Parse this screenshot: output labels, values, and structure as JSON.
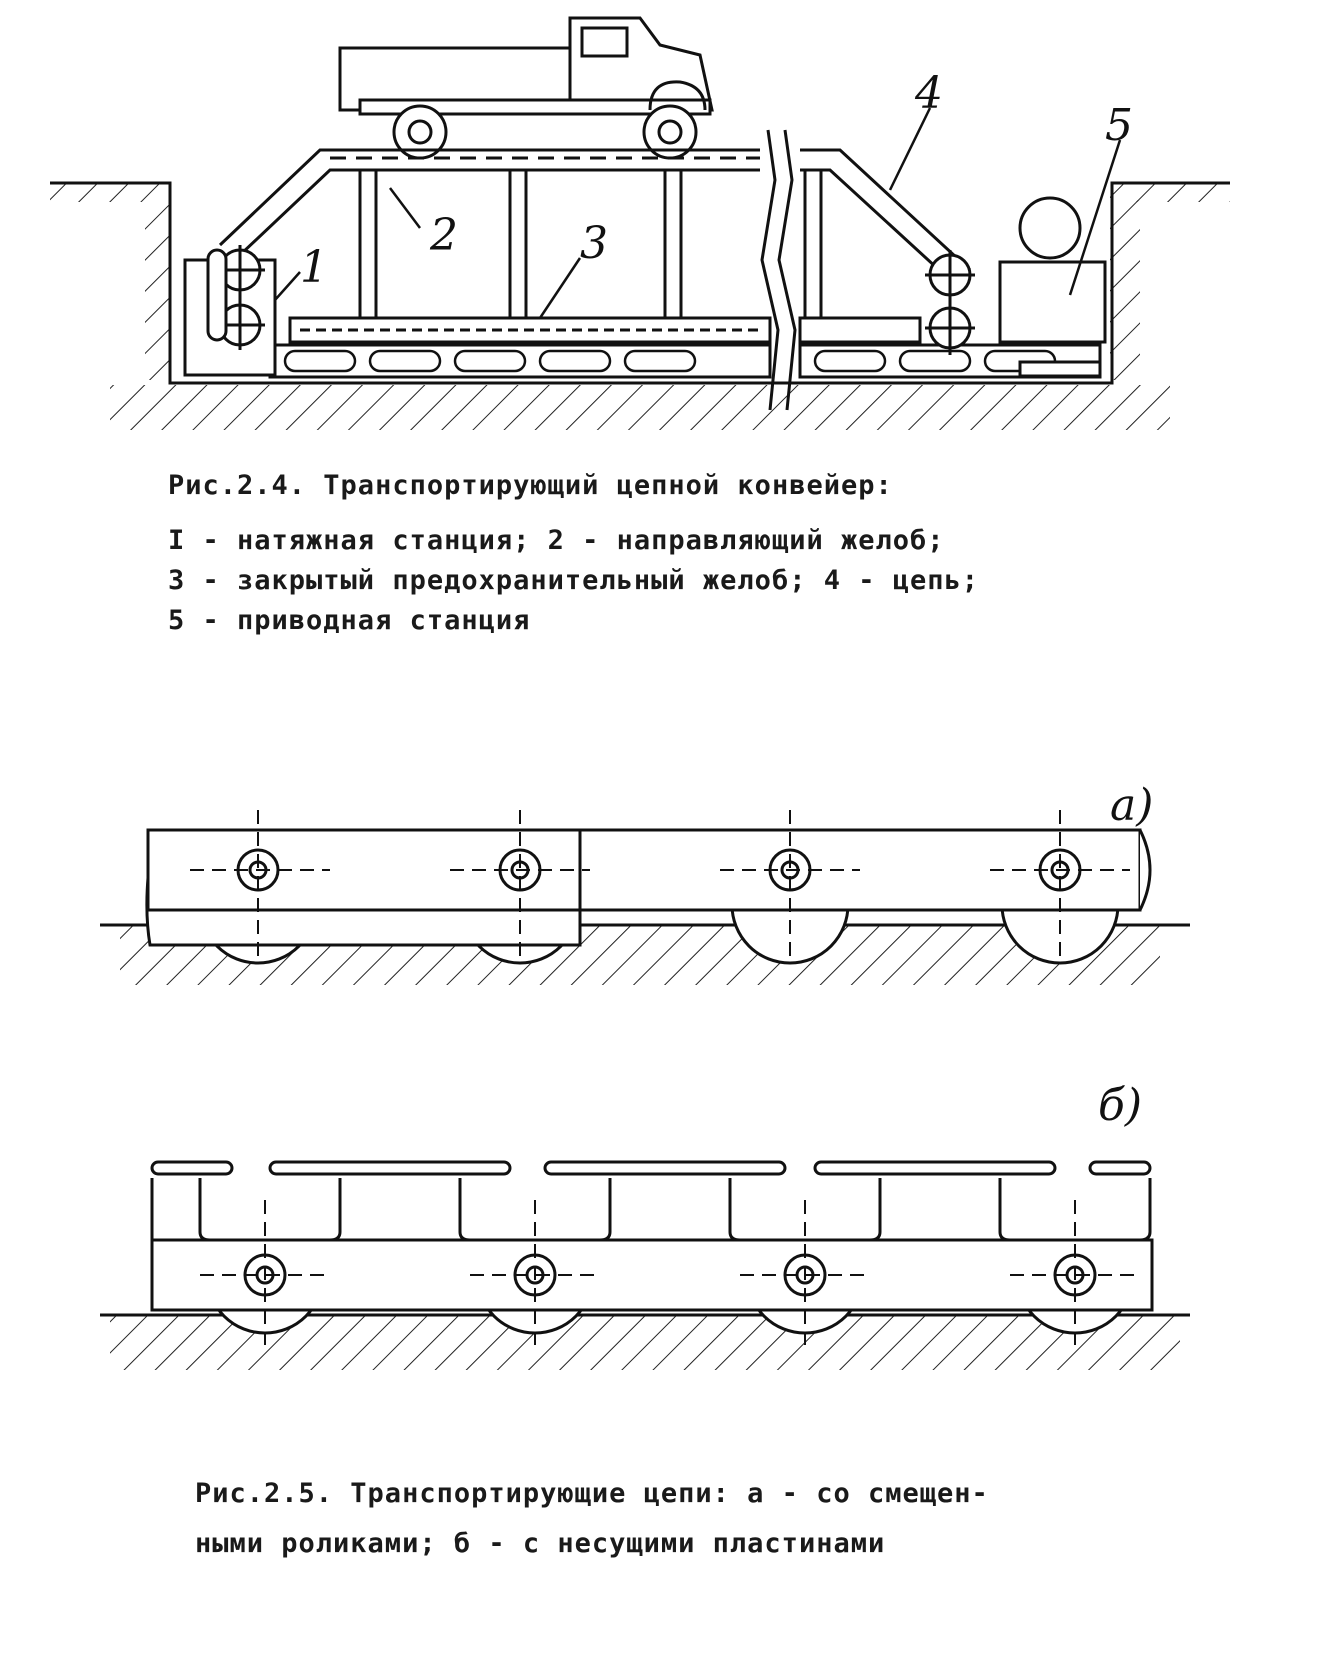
{
  "figure1": {
    "labels": [
      "1",
      "2",
      "3",
      "4",
      "5"
    ],
    "caption_title": "Рис.2.4. Транспортирующий цепной конвейер:",
    "caption_lines": [
      "I - натяжная станция; 2 - направляющий желоб;",
      "3 - закрытый предохранительный желоб; 4 - цепь;",
      "5 - приводная станция"
    ]
  },
  "figure2": {
    "label_a": "а)",
    "label_b": "б)",
    "caption_lines": [
      "Рис.2.5. Транспортирующие цепи: а - со смещен-",
      "ными роликами; б - с несущими пластинами"
    ]
  }
}
